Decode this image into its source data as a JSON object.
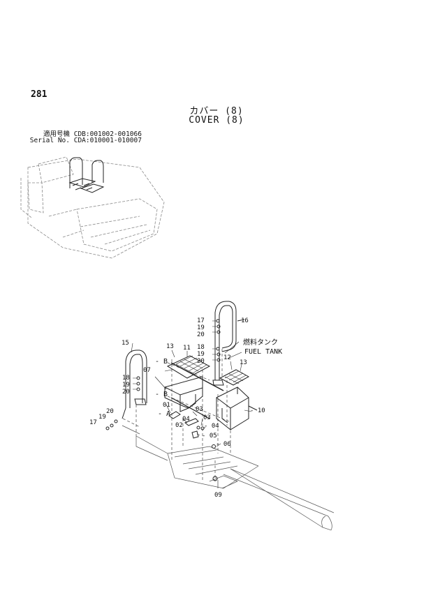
{
  "page": {
    "number": "281",
    "title_jp": "カバー (8)",
    "title_en": "COVER (8)"
  },
  "applicability": {
    "row1_label": "適用号機",
    "row1_value": "CDB:001002-001066",
    "row2_label": "Serial No.",
    "row2_value": "CDA:010001-010007"
  },
  "callouts": {
    "c17a": "17",
    "c19a": "19",
    "c20a": "20",
    "c16": "16",
    "c18a": "18",
    "c19b": "19",
    "c20b": "20",
    "fuel_jp": "燃料タンク",
    "fuel_en": "FUEL TANK",
    "c15": "15",
    "c13a": "13",
    "c11": "11",
    "c12": "12",
    "c13b": "13",
    "cB1": "B",
    "c07": "07",
    "c18b": "18",
    "c19c": "19",
    "c20c": "20",
    "cB2": "B",
    "c10": "10",
    "c01": "01",
    "c03a": "03",
    "cA": "A",
    "c04a": "04",
    "c02": "02",
    "c03b": "03",
    "c04b": "04",
    "c20d": "20",
    "c19d": "19",
    "c17b": "17",
    "c05": "05",
    "c06": "06",
    "c09": "09"
  },
  "icons": [
    "excavator-overview-icon",
    "cover-assembly-diagram"
  ]
}
